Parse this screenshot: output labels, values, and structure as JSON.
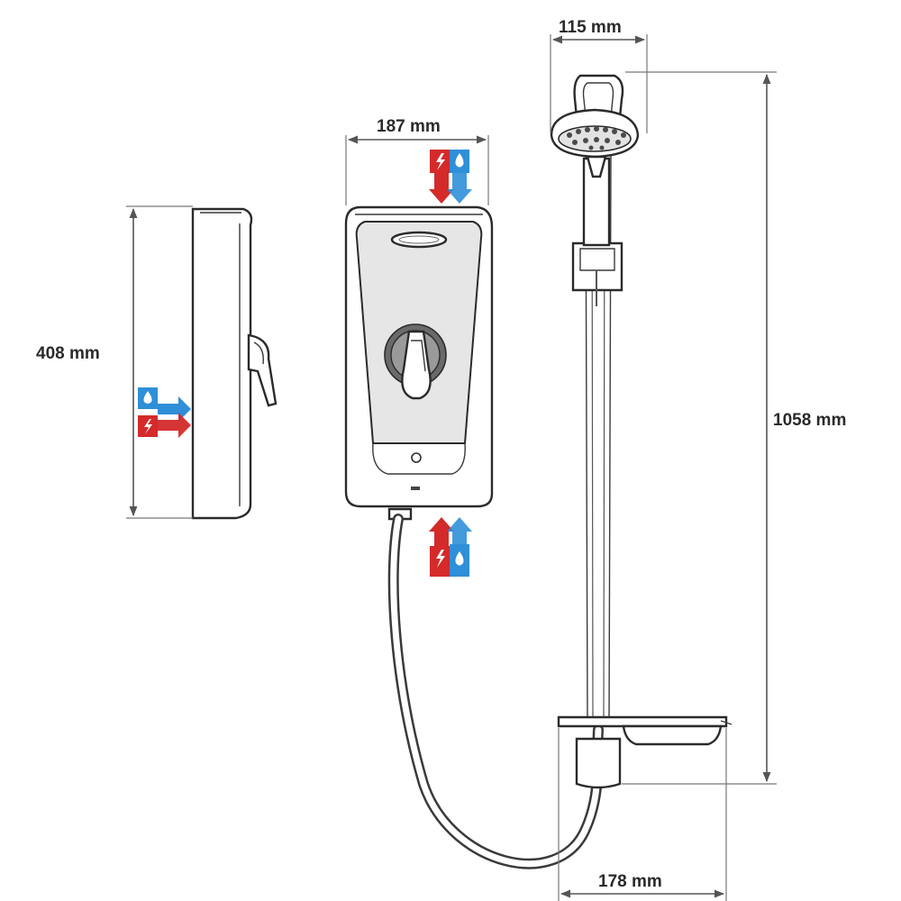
{
  "dimensions": {
    "unit_depth": "408 mm",
    "unit_width": "187 mm",
    "head_width": "115 mm",
    "rail_height": "1058 mm",
    "tray_depth": "178 mm"
  },
  "colors": {
    "hot_red": "#d42a2a",
    "cold_blue": "#2f8fd8",
    "line": "#2b2b2b",
    "dimension": "#555555",
    "hose": "#4a4a4a"
  },
  "icons": {
    "side_inlet": "water-electric-inlet-icon",
    "top_inlet": "water-electric-inlet-icon",
    "bottom_inlet": "water-electric-inlet-icon"
  }
}
